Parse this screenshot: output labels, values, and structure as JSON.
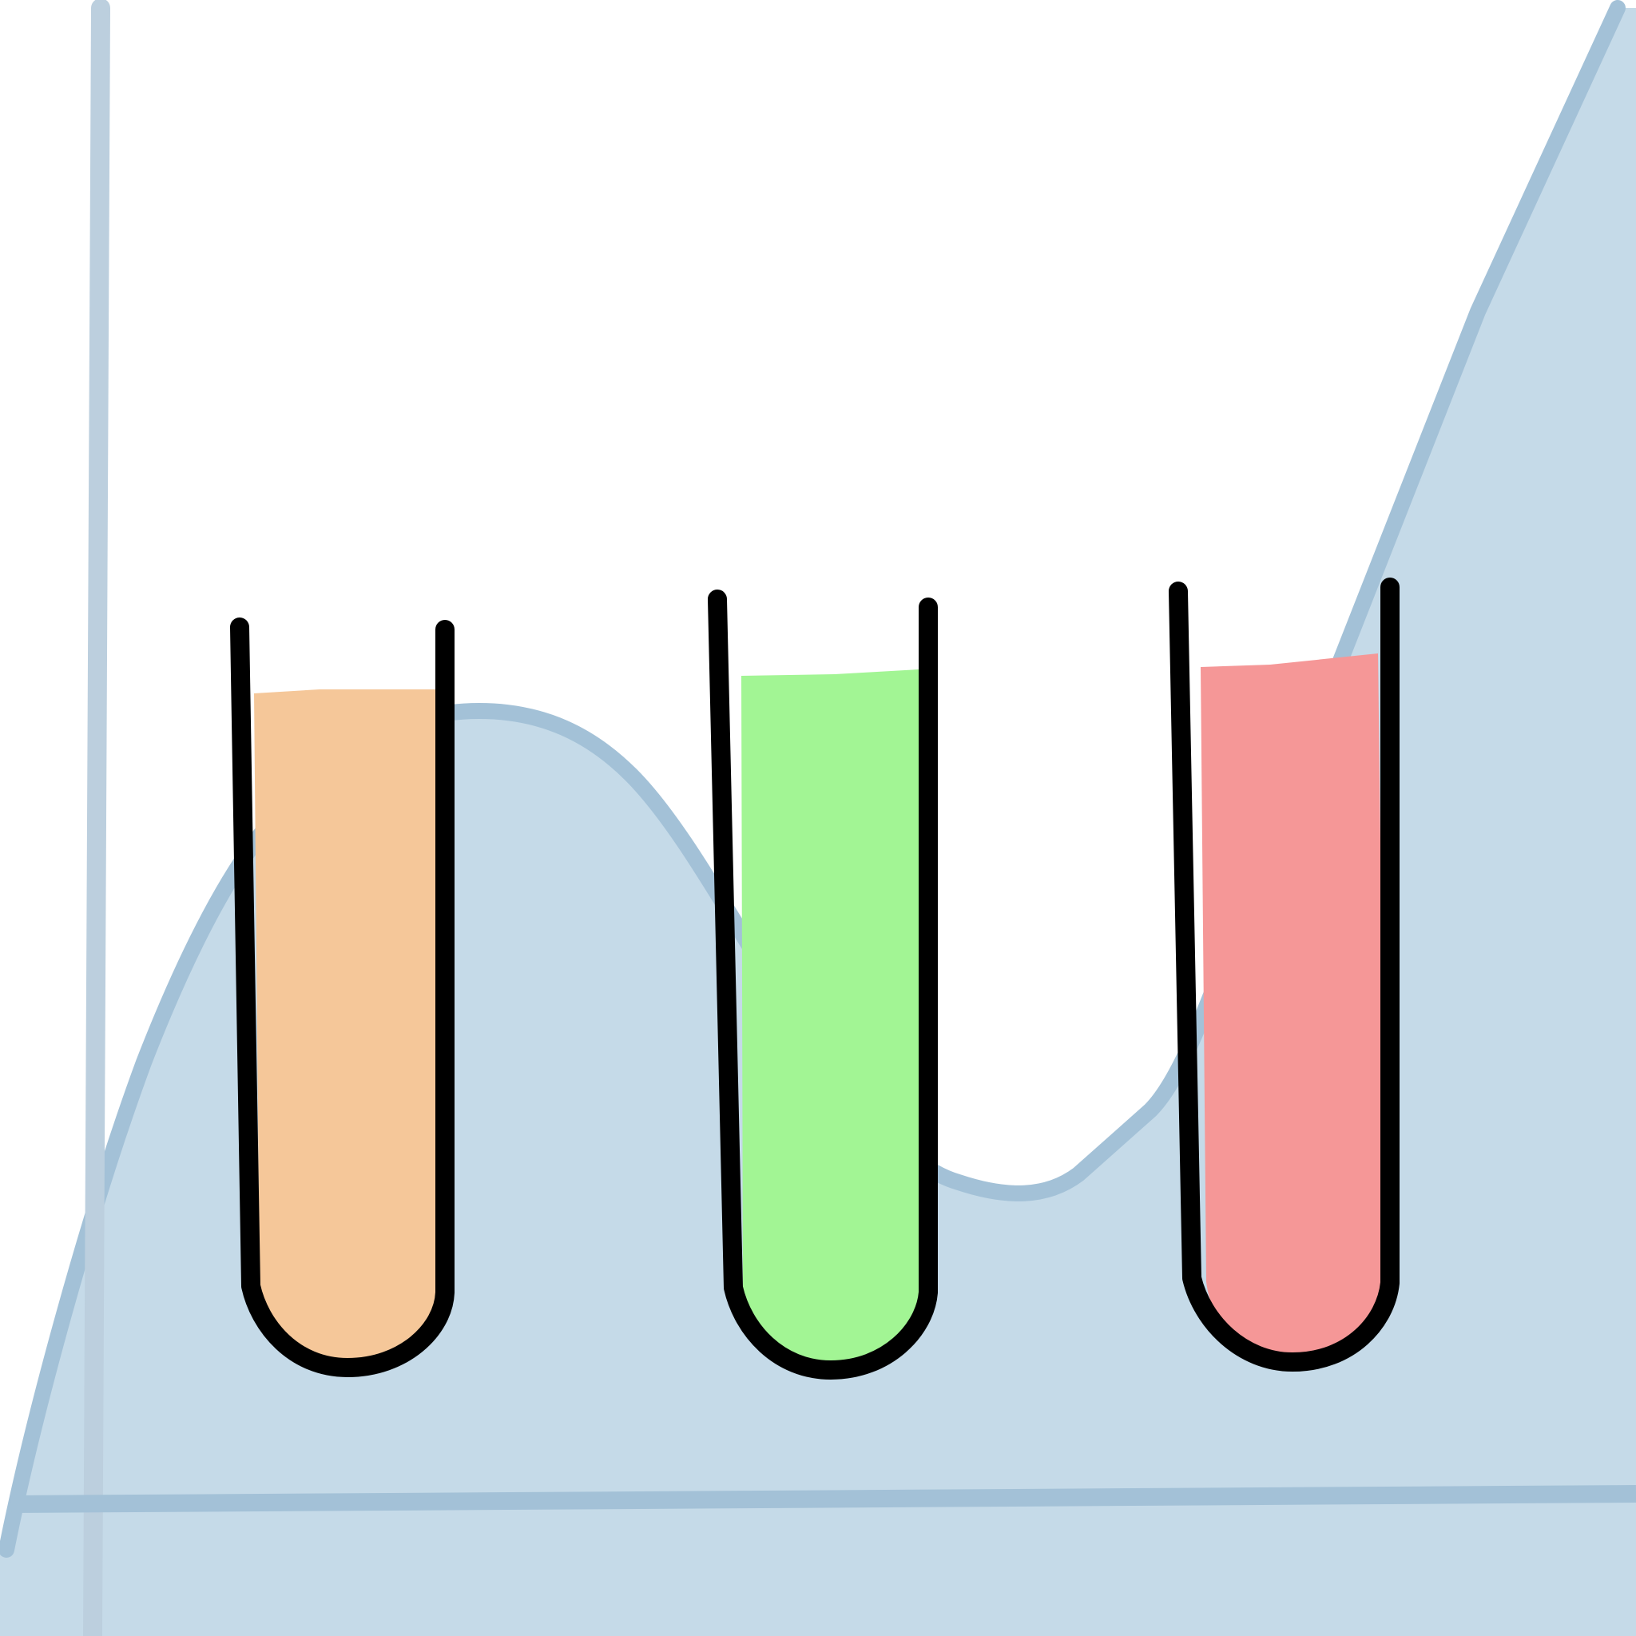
{
  "colors": {
    "background": "#ffffff",
    "area_fill": "#c5dae8",
    "curve_stroke": "#a3c1d7",
    "axis_stroke": "#bccfde",
    "tube_outline": "#000000"
  },
  "tubes": [
    {
      "name": "orange",
      "fill": "#f5c799"
    },
    {
      "name": "green",
      "fill": "#a2f594"
    },
    {
      "name": "red",
      "fill": "#f59797"
    }
  ]
}
